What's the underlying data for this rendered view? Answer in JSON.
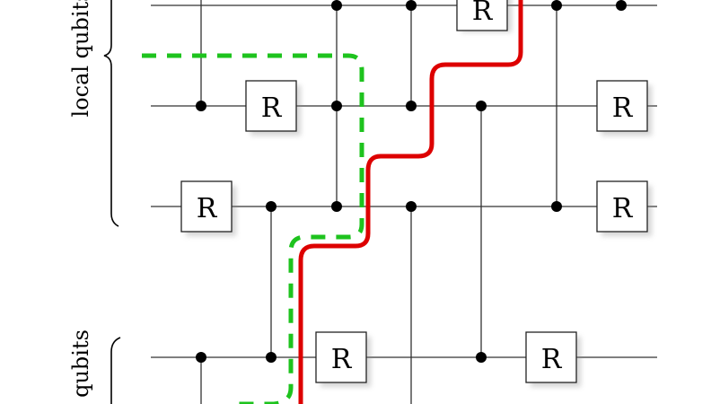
{
  "diagram": {
    "type": "quantum-circuit",
    "labels": {
      "local_qubits": "local qubits",
      "qubits": "qubits"
    },
    "gate_label": "R",
    "colors": {
      "wire": "#333333",
      "dot": "#000000",
      "dashed_path": "#1ec31e",
      "solid_path": "#dd0000"
    },
    "wires": [
      {
        "id": "wire-1",
        "group": "local"
      },
      {
        "id": "wire-2",
        "group": "local"
      },
      {
        "id": "wire-3",
        "group": "local"
      },
      {
        "id": "wire-4",
        "group": "other"
      }
    ],
    "gates": [
      {
        "wire": 1,
        "column": 7,
        "label": "R"
      },
      {
        "wire": 2,
        "column": 2,
        "label": "R"
      },
      {
        "wire": 2,
        "column": 11,
        "label": "R"
      },
      {
        "wire": 3,
        "column": 1,
        "label": "R"
      },
      {
        "wire": 3,
        "column": 11,
        "label": "R"
      },
      {
        "wire": 4,
        "column": 5,
        "label": "R"
      },
      {
        "wire": 4,
        "column": 9,
        "label": "R"
      }
    ],
    "controls": [
      {
        "column": 0,
        "wires": [
          1,
          2
        ],
        "dots": [
          2
        ]
      },
      {
        "column": 0,
        "wires": [
          4,
          5
        ],
        "dots": [
          4
        ]
      },
      {
        "column": 3,
        "wires": [
          1,
          2
        ],
        "dots": [
          1,
          2
        ]
      },
      {
        "column": 3,
        "wires": [
          2,
          3
        ],
        "dots": [
          2,
          3
        ]
      },
      {
        "column": 4,
        "wires": [
          3,
          4
        ],
        "dots": [
          3,
          4
        ]
      },
      {
        "column": 6,
        "wires": [
          1,
          2
        ],
        "dots": [
          1,
          2
        ]
      },
      {
        "column": 6,
        "wires": [
          3,
          5
        ],
        "dots": [
          3
        ]
      },
      {
        "column": 8,
        "wires": [
          2,
          4
        ],
        "dots": [
          2,
          4
        ]
      },
      {
        "column": 10,
        "wires": [
          1,
          3
        ],
        "dots": [
          1,
          3
        ]
      },
      {
        "column": 12,
        "wires": [
          1
        ],
        "dots": [
          1
        ]
      }
    ]
  }
}
